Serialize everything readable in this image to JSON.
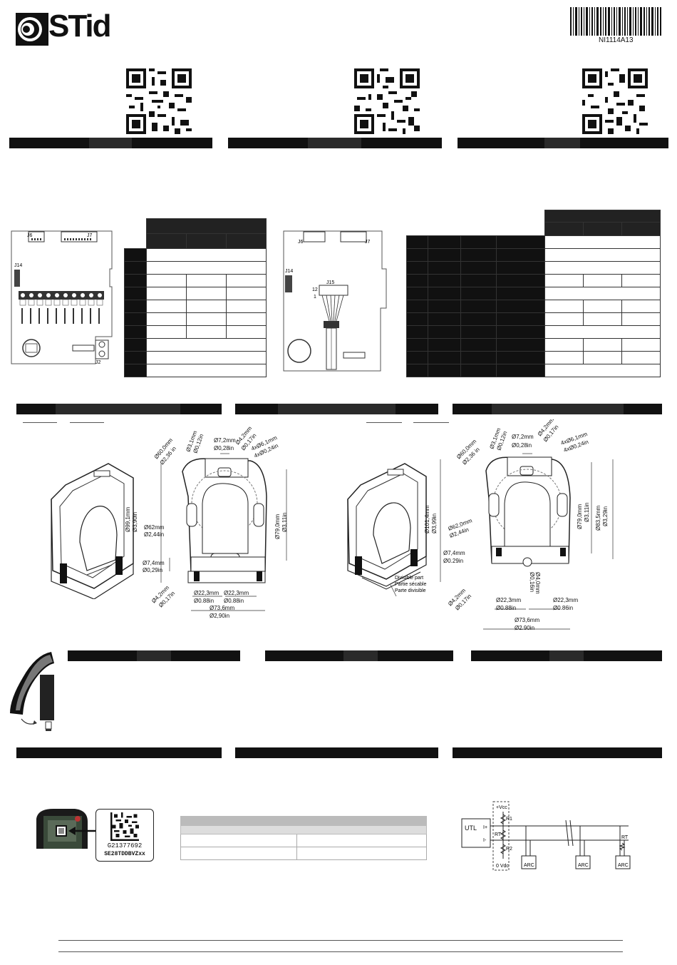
{
  "header": {
    "brand": "STid",
    "reference": "NI1114A13"
  },
  "cutaway": {
    "labels": [
      "Divisible part",
      "Partie sécable",
      "Parte divisible"
    ]
  },
  "dimensions_left": {
    "d1": "Ø3,1mm",
    "d1b": "Ø0,12in",
    "d2": "Ø60,0mm",
    "d2b": "Ø2,36 in",
    "d3": "Ø7,2mm",
    "d3b": "Ø0,28in",
    "d4": "Ø4,2mm",
    "d4b": "Ø0,17in",
    "d5": "4xØ6,1mm",
    "d5b": "4xØ0,24in",
    "d6": "Ø99,1mm",
    "d6b": "Ø3,90in",
    "d7": "Ø62mm",
    "d7b": "Ø2,44in",
    "d8": "Ø79,0mm",
    "d8b": "Ø3,11in",
    "d9": "Ø7,4mm",
    "d9b": "Ø0,29in",
    "d10": "Ø4,2mm",
    "d10b": "Ø0,17in",
    "d11": "Ø22,3mm",
    "d11b": "Ø0.88in",
    "d12": "Ø22,3mm",
    "d12b": "Ø0.88in",
    "d13": "Ø73,6mm",
    "d13b": "Ø2,90in"
  },
  "dimensions_right": {
    "d1": "Ø3,1mm",
    "d1b": "Ø0,12in",
    "d2": "Ø60,0mm",
    "d2b": "Ø2,36 in",
    "d3": "Ø7,2mm",
    "d3b": "Ø0,28in",
    "d4": "Ø4,2mm",
    "d4b": "Ø0,17in",
    "d5": "4xØ6,1mm",
    "d5b": "4xØ0,24in",
    "d6": "Ø101,4mm",
    "d6b": "Ø3,99in",
    "d7": "Ø62,0mm",
    "d7b": "Ø2,44in",
    "d8": "Ø79,0mm",
    "d8b": "Ø3,11in",
    "d8c": "Ø83,5mm",
    "d8d": "Ø3,29in",
    "d9": "Ø7,4mm",
    "d9b": "Ø0.29in",
    "d10": "Ø4,2mm",
    "d10b": "Ø0,17in",
    "d11": "Ø22,3mm",
    "d11b": "Ø0.88in",
    "d12": "Ø22,3mm",
    "d12b": "Ø0.86in",
    "d13": "Ø73,6mm",
    "d13b": "Ø2.90in",
    "d14": "Ø4,0mm",
    "d14b": "Ø0,16in"
  },
  "label_card": {
    "line1": "G21377692",
    "line2": "SE28TDDBVZxx"
  },
  "pcb": {
    "j6": "J6",
    "j7": "J7",
    "j14": "J14",
    "j15": "J15",
    "j2": "J2",
    "pin12": "12",
    "pin1": "1"
  },
  "schematic": {
    "utl": "UTL",
    "vcc": "+Vcc",
    "r1": "R1",
    "rt": "RT",
    "r2": "R2",
    "zero": "0 Vdc",
    "iplus": "I+",
    "iminus": "I-",
    "node": "ARC",
    "rt2": "RT"
  }
}
